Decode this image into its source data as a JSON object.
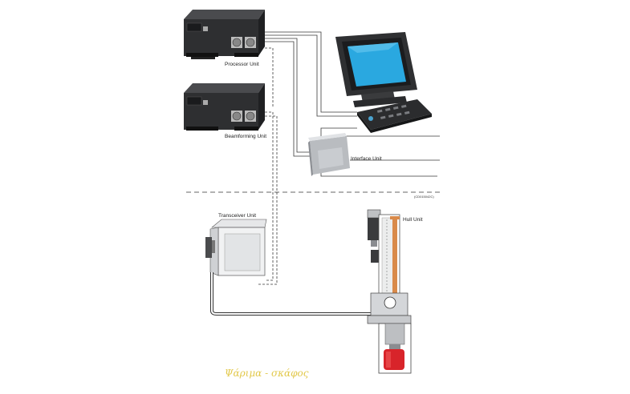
{
  "labels": {
    "processor_unit": "Processor Unit",
    "beamforming_unit": "Beamforming Unit",
    "interface_unit": "Interface Unit",
    "transceiver_unit": "Transceiver Unit",
    "hull_unit": "Hull Unit",
    "drawing_number": "(CD015042C)"
  },
  "caption": "Ψάριμα - σκάφος",
  "colors": {
    "background": "#ffffff",
    "line": "#3a3a3a",
    "unit_dark": "#2e2f31",
    "screen": "#2aa8e0",
    "hull_shaft": "#d98a4a",
    "hull_motor": "#d8242a",
    "caption": "#e2c84a"
  },
  "icons": [
    "processor-unit-icon",
    "beamforming-unit-icon",
    "display-monitor-icon",
    "keyboard-icon",
    "interface-unit-icon",
    "transceiver-unit-icon",
    "hull-unit-icon"
  ]
}
